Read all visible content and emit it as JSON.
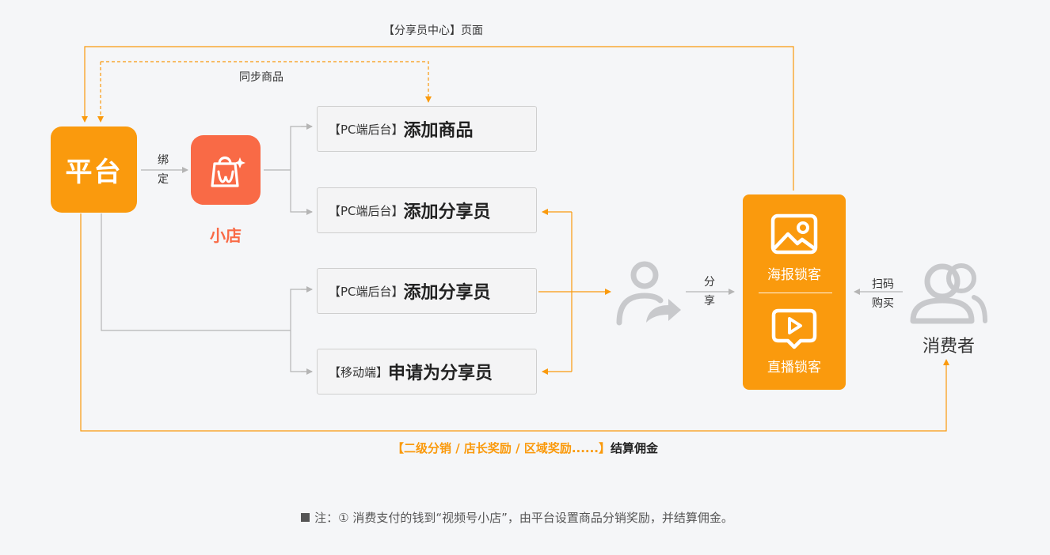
{
  "top_link_label": "【分享员中心】页面",
  "sync_label": "同步商品",
  "platform": {
    "label": "平台"
  },
  "bind_label": [
    "绑",
    "定"
  ],
  "shop": {
    "label": "小店"
  },
  "boxes": [
    {
      "tag": "【PC端后台】",
      "title": "添加商品"
    },
    {
      "tag": "【PC端后台】",
      "title": "添加分享员"
    },
    {
      "tag": "【PC端后台】",
      "title": "添加分享员"
    },
    {
      "tag": "【移动端】",
      "title": "申请为分享员"
    }
  ],
  "share_label": [
    "分",
    "享"
  ],
  "lock_panel": {
    "poster_label": "海报锁客",
    "live_label": "直播锁客"
  },
  "scan_label": [
    "扫码",
    "购买"
  ],
  "consumer": {
    "label": "消费者"
  },
  "bottom_caption": {
    "highlight": "【二级分销 / 店长奖励 / 区域奖励......】",
    "rest": "结算佣金"
  },
  "note": "注：① 消费支付的钱到“视频号小店”，由平台设置商品分销奖励，并结算佣金。",
  "colors": {
    "orange": "#fa9a0d",
    "shop_red": "#f96a46",
    "gray_line": "#b5b5b5",
    "icon_gray": "#c8c9cc"
  }
}
